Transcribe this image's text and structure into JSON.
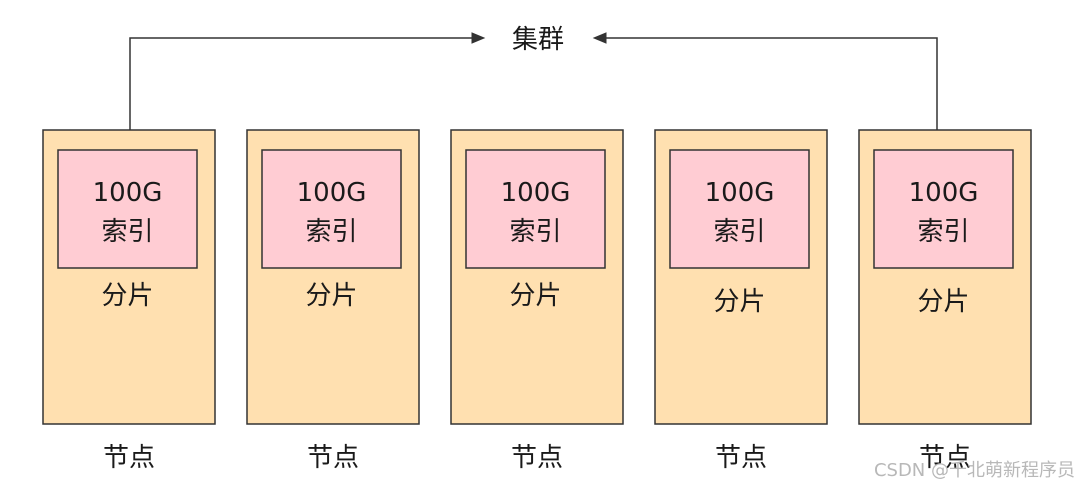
{
  "cluster": {
    "label": "集群"
  },
  "nodes": [
    {
      "label": "节点",
      "shard_label": "分片",
      "index_size": "100G",
      "index_name": "索引"
    },
    {
      "label": "节点",
      "shard_label": "分片",
      "index_size": "100G",
      "index_name": "索引"
    },
    {
      "label": "节点",
      "shard_label": "分片",
      "index_size": "100G",
      "index_name": "索引"
    },
    {
      "label": "节点",
      "shard_label": "分片",
      "index_size": "100G",
      "index_name": "索引"
    },
    {
      "label": "节点",
      "shard_label": "分片",
      "index_size": "100G",
      "index_name": "索引"
    }
  ],
  "watermark": "CSDN @千北萌新程序员",
  "colors": {
    "node_fill": "#ffe0b0",
    "index_fill": "#ffccd3",
    "stroke": "#333333"
  }
}
